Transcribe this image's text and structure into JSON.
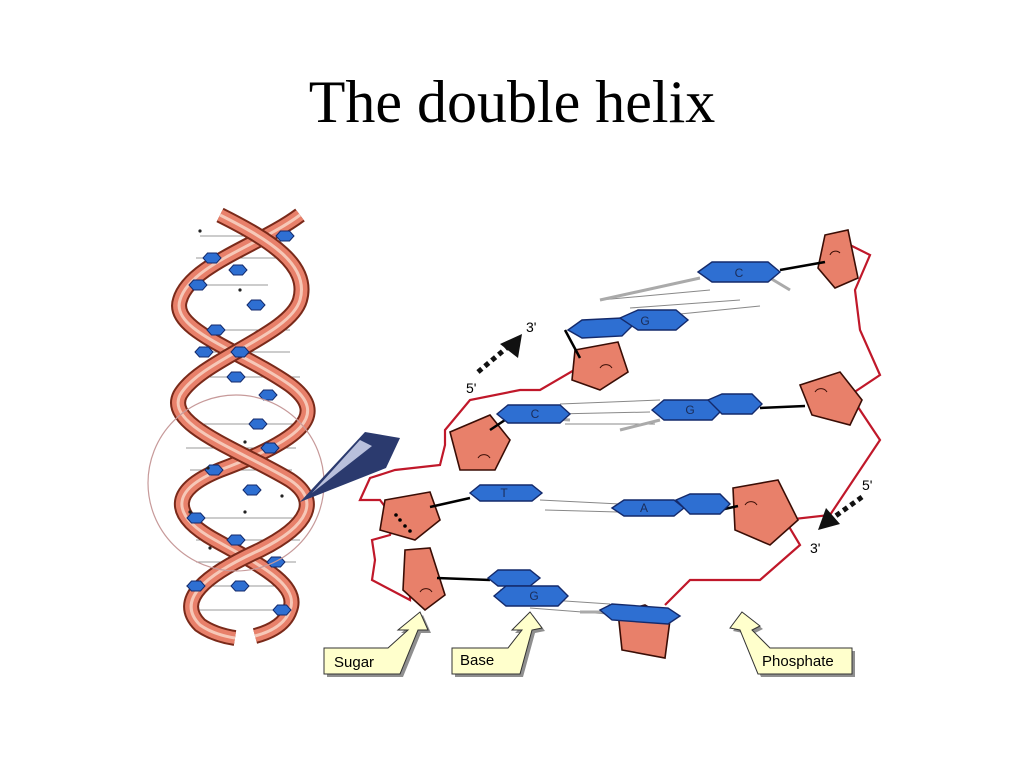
{
  "slide": {
    "title": "The double helix"
  },
  "colors": {
    "backbone": "#e8806a",
    "backbone_dark": "#7a2a1a",
    "base": "#2e6fd2",
    "base_dark": "#142a6b",
    "chain": "#c0182a",
    "callout": "#ffffcc",
    "arrow": "#2b3a6e"
  },
  "ladder": {
    "bases": [
      {
        "label": "C"
      },
      {
        "label": "G"
      },
      {
        "label": "C"
      },
      {
        "label": "G"
      },
      {
        "label": "T"
      },
      {
        "label": "A"
      },
      {
        "label": "G"
      }
    ],
    "ends": {
      "top_three": "3'",
      "top_five": "5'",
      "bottom_five": "5'",
      "bottom_three": "3'"
    }
  },
  "callouts": {
    "sugar": "Sugar",
    "base": "Base",
    "phosphate": "Phosphate"
  }
}
